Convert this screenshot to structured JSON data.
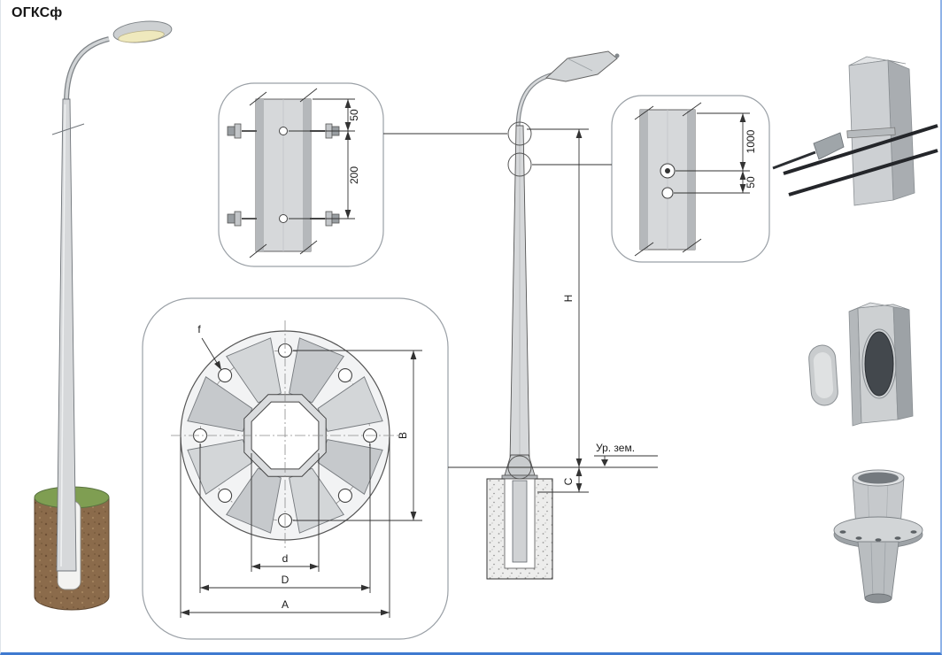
{
  "title": "ОГКСф",
  "detail_top": {
    "dim_offset": "50",
    "dim_spacing": "200"
  },
  "detail_side": {
    "dim_height": "1000",
    "dim_offset": "50"
  },
  "elevation": {
    "dim_total_height": "H",
    "dim_embedment": "C",
    "ground_level_label": "Ур. зем."
  },
  "flange": {
    "dim_hole_label": "f",
    "dim_bolt_span": "B",
    "dim_inner_diameter": "d",
    "dim_bolt_circle": "D",
    "dim_plate_width": "A"
  },
  "colors": {
    "pole_gray": "#d6d8da",
    "outline_gray": "#555555",
    "foundation_brown": "#8b6b4b",
    "grass_green": "#7f9e52",
    "frame_blue": "#3f7ad0"
  }
}
